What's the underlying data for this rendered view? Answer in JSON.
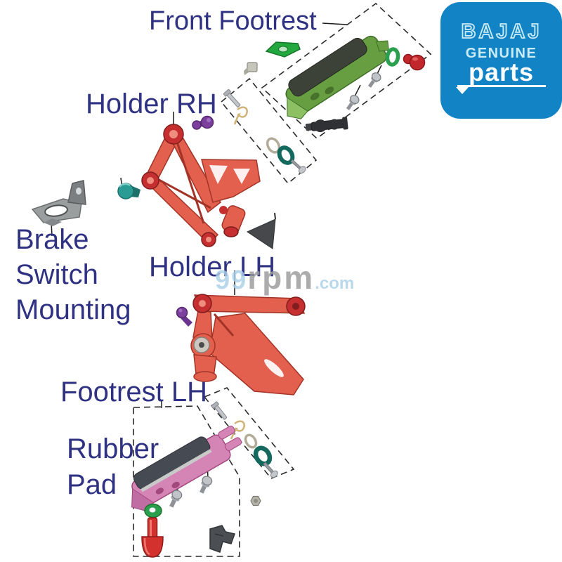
{
  "canvas": {
    "background": "#ffffff"
  },
  "labels": {
    "color": "#2f3282",
    "front_footrest": "Front Footrest",
    "holder_rh": "Holder RH",
    "brake_switch_mounting": {
      "line1": "Brake",
      "line2": "Switch",
      "line3": "Mounting"
    },
    "holder_lh": "Holder LH",
    "footrest_lh": "Footrest LH",
    "rubber_pad": {
      "line1": "Rubber",
      "line2": "Pad"
    }
  },
  "watermark": {
    "prefix": "99",
    "name": "rpm",
    "tld": ".com",
    "accent_color": "#abd0e9",
    "name_color": "#9b9b9b"
  },
  "logo": {
    "brand": "BAJAJ",
    "subtitle": "GENUINE",
    "product": "parts",
    "bg_color": "#1283c5",
    "text_color": "#c9ecf8",
    "product_color": "#ffffff"
  },
  "colors": {
    "holder_red": "#e2604d",
    "bushing_red": "#c62f2f",
    "footrest_green": "#669e41",
    "footrest_pink": "#d584b6",
    "pad_dark": "#3d4239",
    "pad_dark_pink": "#464a52",
    "accent_green": "#22a83e",
    "oring_green": "#2aa04e",
    "oring_teal": "#14695e",
    "knob_red": "#c2272c",
    "knob_purple": "#7c3f9e",
    "bolt_teal": "#2a9c94",
    "plunger_red": "#d2312e",
    "metal_gray": "#9b9e9f",
    "outline_dash": "#2a2a2a"
  }
}
